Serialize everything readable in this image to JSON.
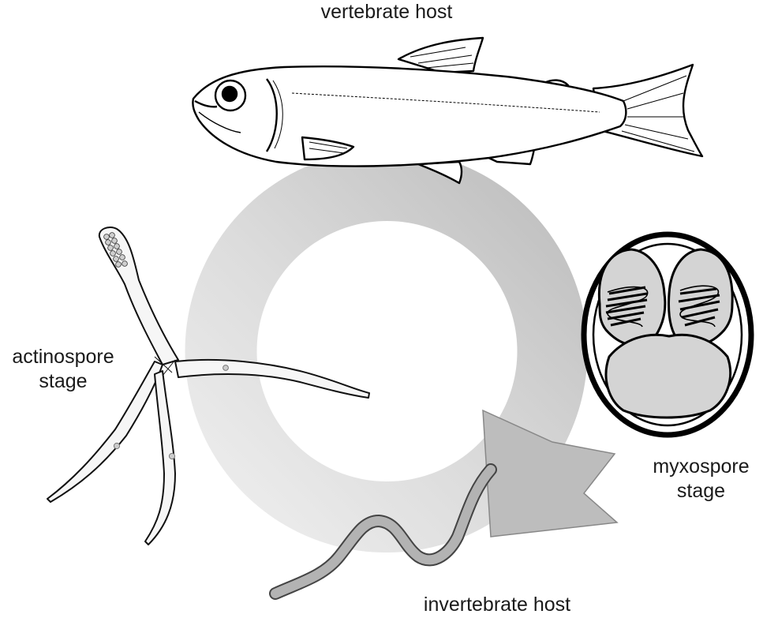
{
  "labels": {
    "vertebrate_host": "vertebrate host",
    "actinospore": {
      "line1": "actinospore",
      "line2": "stage"
    },
    "myxospore": {
      "line1": "myxospore",
      "line2": "stage"
    },
    "invertebrate_host": "invertebrate host"
  },
  "colors": {
    "ring_light": "#ececec",
    "ring_dark": "#bdbdbd",
    "arrow_head": "#bfbfbf",
    "outline": "#000000",
    "worm": "#b3b3b3",
    "spore_fill": "#d4d4d4"
  },
  "icons": [
    "cycle-arrow",
    "fish",
    "actinospore",
    "myxospore",
    "worm"
  ]
}
